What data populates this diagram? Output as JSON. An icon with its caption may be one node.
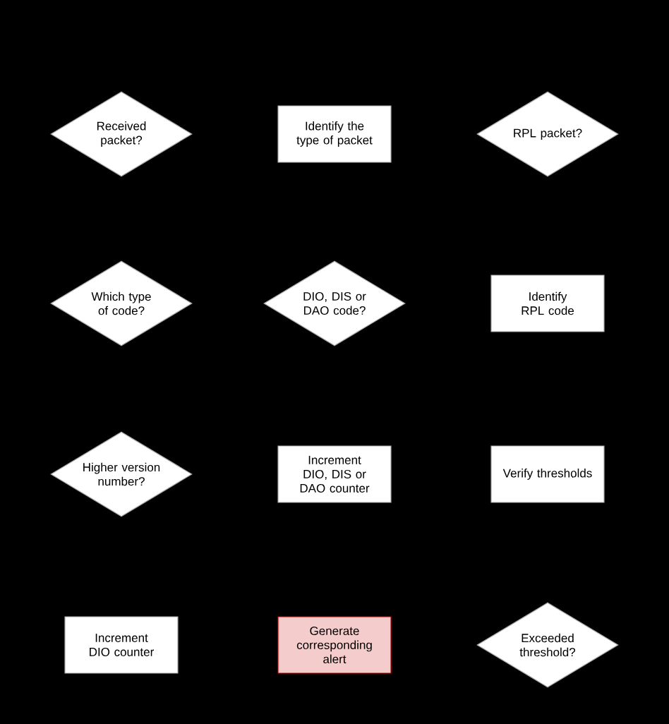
{
  "diagram": {
    "nodes": [
      {
        "text": [
          "Received packet?"
        ]
      },
      {
        "text": [
          "Identify the type of packet"
        ]
      },
      {
        "text": [
          "RPL packet?"
        ]
      },
      {
        "text": [
          "Which type of code?"
        ]
      },
      {
        "text": [
          "DIO, DIS or DAO code?"
        ]
      },
      {
        "text": [
          "Identify RPL code"
        ]
      },
      {
        "text": [
          "Higher version number?"
        ]
      },
      {
        "text": [
          "Increment DIO, DIS or DAO counter"
        ]
      },
      {
        "text": [
          "Verify thresholds"
        ]
      },
      {
        "text": [
          "Increment DIO counter"
        ]
      },
      {
        "text": [
          "Generate corresponding alert"
        ]
      },
      {
        "text": [
          "Exceeded threshold?"
        ]
      }
    ]
  }
}
